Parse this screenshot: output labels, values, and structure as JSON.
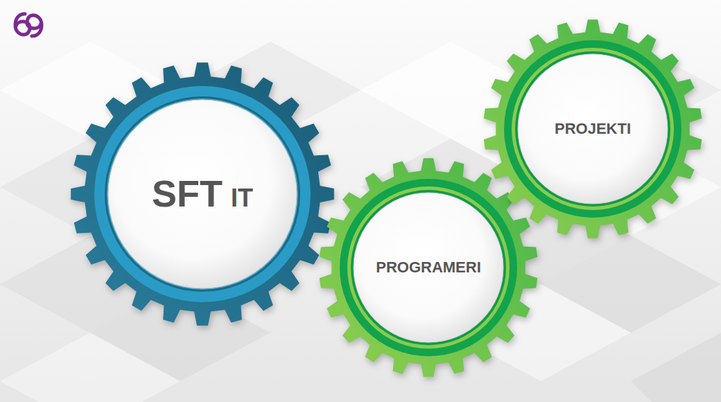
{
  "diagram": {
    "nodes": [
      {
        "text": [
          "SFT",
          "IT"
        ]
      },
      {
        "text": [
          "PROGRAMERI"
        ]
      },
      {
        "text": [
          "PROJEKTI"
        ]
      }
    ]
  }
}
